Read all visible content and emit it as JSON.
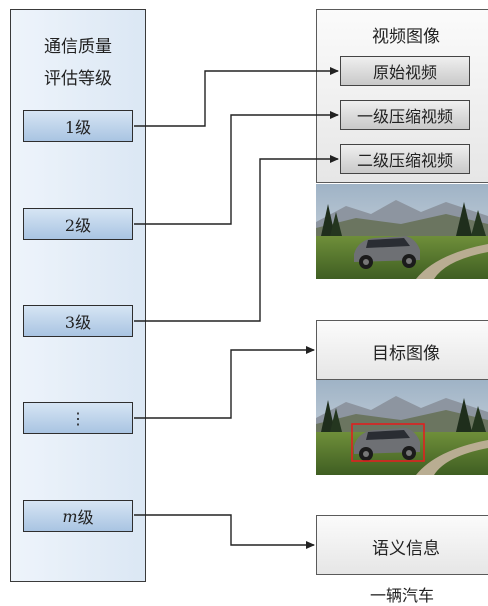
{
  "left_panel": {
    "title_line1": "通信质量",
    "title_line2": "评估等级",
    "levels": [
      {
        "label": "1级"
      },
      {
        "label": "2级"
      },
      {
        "label": "3级"
      },
      {
        "label": "⋮"
      },
      {
        "var": "m",
        "label": "级"
      }
    ]
  },
  "video_panel": {
    "title": "视频图像",
    "items": [
      "原始视频",
      "一级压缩视频",
      "二级压缩视频"
    ]
  },
  "target_panel": {
    "title": "目标图像"
  },
  "semantic_panel": {
    "title": "语义信息"
  },
  "caption": "一辆汽车",
  "colors": {
    "level_box_fill": "#a9c4e2",
    "bbox_red": "#e02020",
    "car": "#6e7074"
  }
}
